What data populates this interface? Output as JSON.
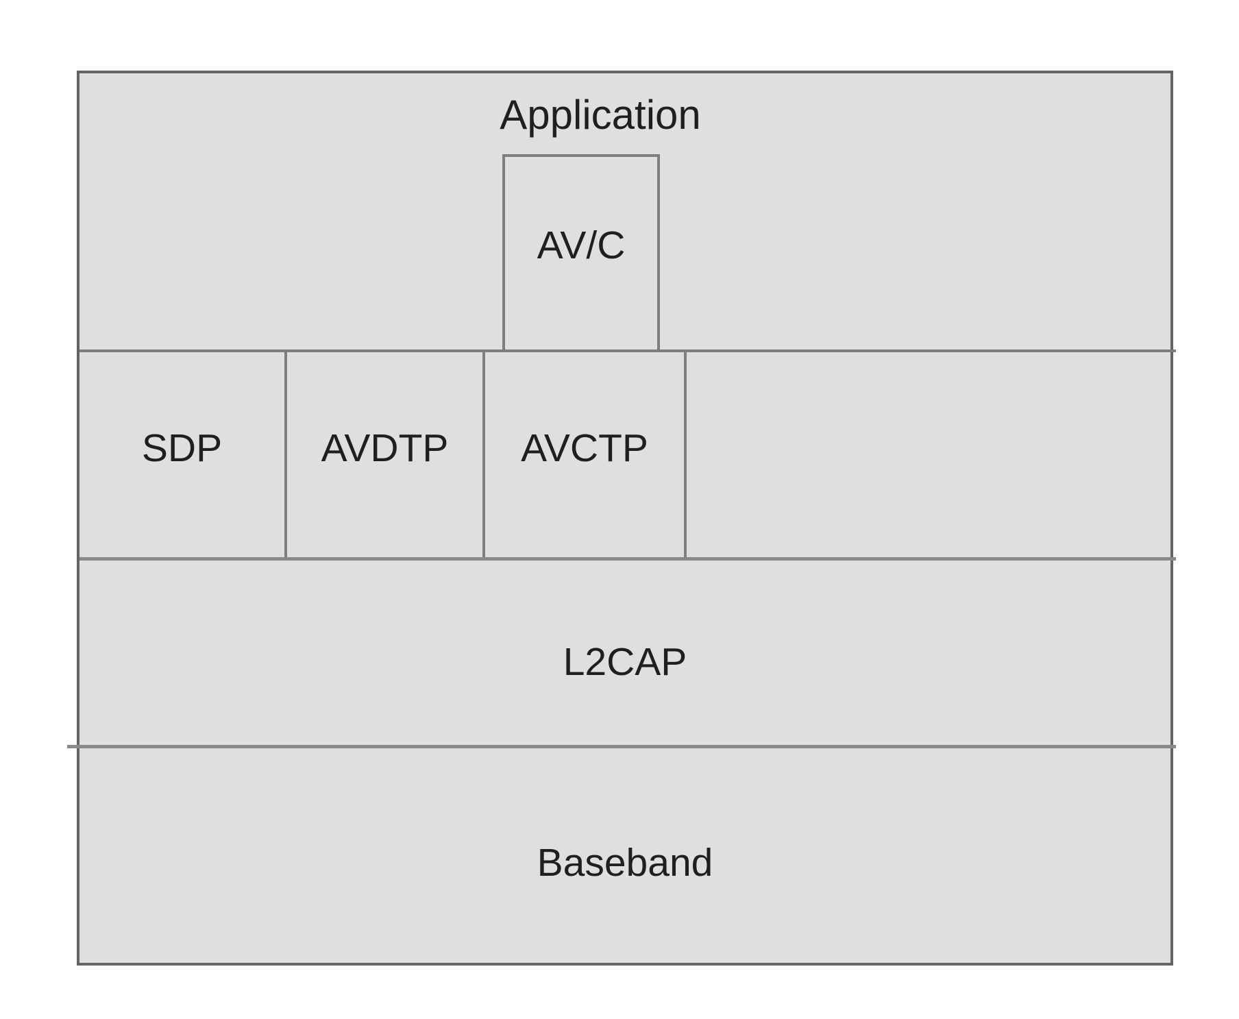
{
  "diagram": {
    "type": "layered-protocol-stack",
    "labels": {
      "application": "Application",
      "avc": "AV/C",
      "sdp": "SDP",
      "avdtp": "AVDTP",
      "avctp": "AVCTP",
      "l2cap": "L2CAP",
      "baseband": "Baseband"
    },
    "colors": {
      "page_background": "#ffffff",
      "box_fill": "#dfdfdf",
      "outer_border": "#646464",
      "inner_line": "#7e7e7e",
      "divider_line": "#8a8a8a",
      "text": "#1f1f1f"
    }
  }
}
